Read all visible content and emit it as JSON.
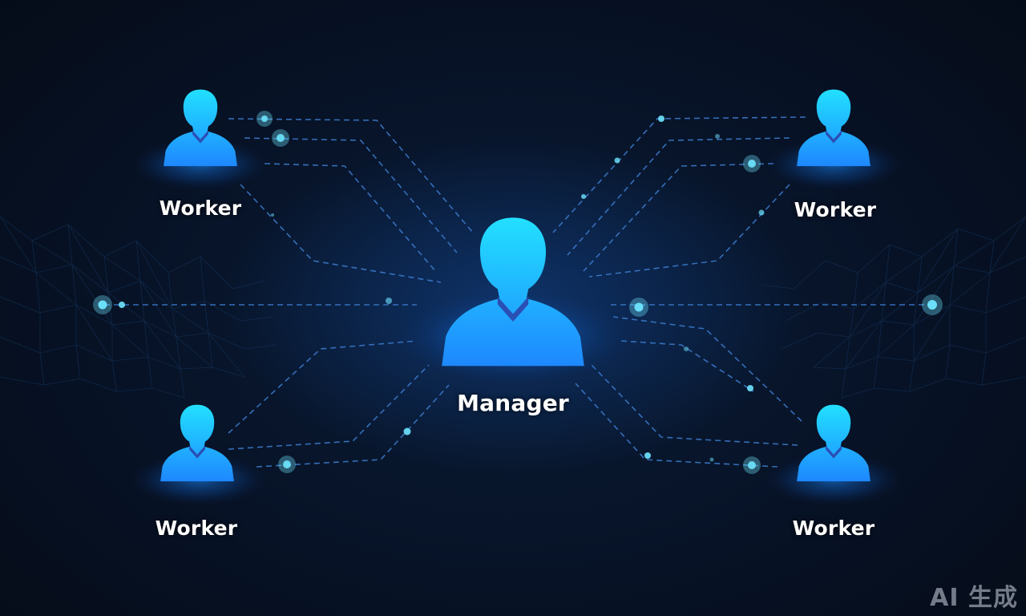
{
  "diagram": {
    "nodes": [
      {
        "id": "manager",
        "label": "Manager",
        "role": "manager",
        "icon": "person-icon"
      },
      {
        "id": "worker-tl",
        "label": "Worker",
        "role": "worker",
        "icon": "person-icon"
      },
      {
        "id": "worker-tr",
        "label": "Worker",
        "role": "worker",
        "icon": "person-icon"
      },
      {
        "id": "worker-bl",
        "label": "Worker",
        "role": "worker",
        "icon": "person-icon"
      },
      {
        "id": "worker-br",
        "label": "Worker",
        "role": "worker",
        "icon": "person-icon"
      }
    ],
    "edges": [
      {
        "from": "manager",
        "to": "worker-tl",
        "style": "dashed"
      },
      {
        "from": "manager",
        "to": "worker-tr",
        "style": "dashed"
      },
      {
        "from": "manager",
        "to": "worker-bl",
        "style": "dashed"
      },
      {
        "from": "manager",
        "to": "worker-br",
        "style": "dashed"
      }
    ],
    "colors": {
      "background": "#06101f",
      "figure_top": "#22d8ff",
      "figure_bottom": "#1e90ff",
      "collar": "#2a4fb5",
      "line": "#3a78c8",
      "glow_dot": "#6fe6ff"
    }
  },
  "watermark": "AI 生成"
}
